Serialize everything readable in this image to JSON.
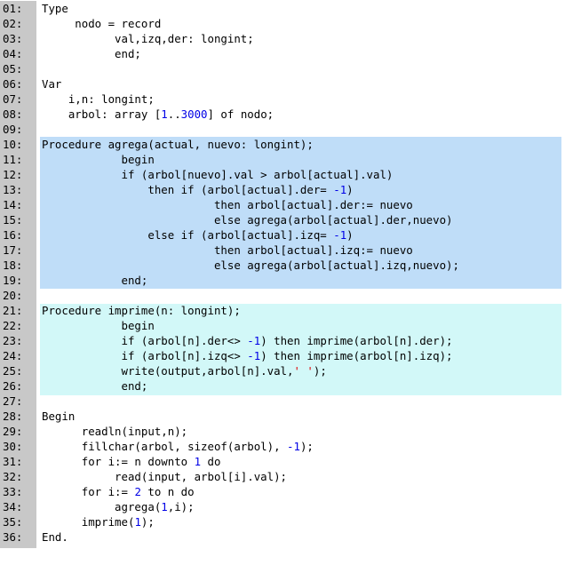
{
  "colors": {
    "gutter": "#c8c8c8",
    "highlight_agrega": "#bfddf8",
    "highlight_imprime": "#d2f8f8",
    "number": "#0000e6",
    "string": "#e00000"
  },
  "lines": [
    {
      "n": "01:",
      "segs": [
        {
          "t": "Type"
        }
      ]
    },
    {
      "n": "02:",
      "segs": [
        {
          "t": "     nodo = record"
        }
      ]
    },
    {
      "n": "03:",
      "segs": [
        {
          "t": "           val,izq,der: longint;"
        }
      ]
    },
    {
      "n": "04:",
      "segs": [
        {
          "t": "           end;"
        }
      ]
    },
    {
      "n": "05:",
      "segs": []
    },
    {
      "n": "06:",
      "segs": [
        {
          "t": "Var"
        }
      ]
    },
    {
      "n": "07:",
      "segs": [
        {
          "t": "    i,n: longint;"
        }
      ]
    },
    {
      "n": "08:",
      "segs": [
        {
          "t": "    arbol: array ["
        },
        {
          "t": "1",
          "c": "num"
        },
        {
          "t": ".."
        },
        {
          "t": "3000",
          "c": "num"
        },
        {
          "t": "] of nodo;"
        }
      ]
    },
    {
      "n": "09:",
      "segs": []
    },
    {
      "n": "10:",
      "segs": [
        {
          "t": "Procedure agrega(actual, nuevo: longint);"
        }
      ]
    },
    {
      "n": "11:",
      "segs": [
        {
          "t": "            begin"
        }
      ]
    },
    {
      "n": "12:",
      "segs": [
        {
          "t": "            if (arbol[nuevo].val > arbol[actual].val)"
        }
      ]
    },
    {
      "n": "13:",
      "segs": [
        {
          "t": "                then if (arbol[actual].der= "
        },
        {
          "t": "-1",
          "c": "num"
        },
        {
          "t": ")"
        }
      ]
    },
    {
      "n": "14:",
      "segs": [
        {
          "t": "                          then arbol[actual].der:= nuevo"
        }
      ]
    },
    {
      "n": "15:",
      "segs": [
        {
          "t": "                          else agrega(arbol[actual].der,nuevo)"
        }
      ]
    },
    {
      "n": "16:",
      "segs": [
        {
          "t": "                else if (arbol[actual].izq= "
        },
        {
          "t": "-1",
          "c": "num"
        },
        {
          "t": ")"
        }
      ]
    },
    {
      "n": "17:",
      "segs": [
        {
          "t": "                          then arbol[actual].izq:= nuevo"
        }
      ]
    },
    {
      "n": "18:",
      "segs": [
        {
          "t": "                          else agrega(arbol[actual].izq,nuevo);"
        }
      ]
    },
    {
      "n": "19:",
      "segs": [
        {
          "t": "            end;"
        }
      ]
    },
    {
      "n": "20:",
      "segs": []
    },
    {
      "n": "21:",
      "segs": [
        {
          "t": "Procedure imprime(n: longint);"
        }
      ]
    },
    {
      "n": "22:",
      "segs": [
        {
          "t": "            begin"
        }
      ]
    },
    {
      "n": "23:",
      "segs": [
        {
          "t": "            if (arbol[n].der<> "
        },
        {
          "t": "-1",
          "c": "num"
        },
        {
          "t": ") then imprime(arbol[n].der);"
        }
      ]
    },
    {
      "n": "24:",
      "segs": [
        {
          "t": "            if (arbol[n].izq<> "
        },
        {
          "t": "-1",
          "c": "num"
        },
        {
          "t": ") then imprime(arbol[n].izq);"
        }
      ]
    },
    {
      "n": "25:",
      "segs": [
        {
          "t": "            write(output,arbol[n].val,"
        },
        {
          "t": "' '",
          "c": "str"
        },
        {
          "t": ");"
        }
      ]
    },
    {
      "n": "26:",
      "segs": [
        {
          "t": "            end;"
        }
      ]
    },
    {
      "n": "27:",
      "segs": []
    },
    {
      "n": "28:",
      "segs": [
        {
          "t": "Begin"
        }
      ]
    },
    {
      "n": "29:",
      "segs": [
        {
          "t": "      readln(input,n);"
        }
      ]
    },
    {
      "n": "30:",
      "segs": [
        {
          "t": "      fillchar(arbol, sizeof(arbol), "
        },
        {
          "t": "-1",
          "c": "num"
        },
        {
          "t": ");"
        }
      ]
    },
    {
      "n": "31:",
      "segs": [
        {
          "t": "      for i:= n downto "
        },
        {
          "t": "1",
          "c": "num"
        },
        {
          "t": " do"
        }
      ]
    },
    {
      "n": "32:",
      "segs": [
        {
          "t": "           read(input, arbol[i].val);"
        }
      ]
    },
    {
      "n": "33:",
      "segs": [
        {
          "t": "      for i:= "
        },
        {
          "t": "2",
          "c": "num"
        },
        {
          "t": " to n do"
        }
      ]
    },
    {
      "n": "34:",
      "segs": [
        {
          "t": "           agrega("
        },
        {
          "t": "1",
          "c": "num"
        },
        {
          "t": ",i);"
        }
      ]
    },
    {
      "n": "35:",
      "segs": [
        {
          "t": "      imprime("
        },
        {
          "t": "1",
          "c": "num"
        },
        {
          "t": ");"
        }
      ]
    },
    {
      "n": "36:",
      "segs": [
        {
          "t": "End."
        }
      ]
    }
  ]
}
